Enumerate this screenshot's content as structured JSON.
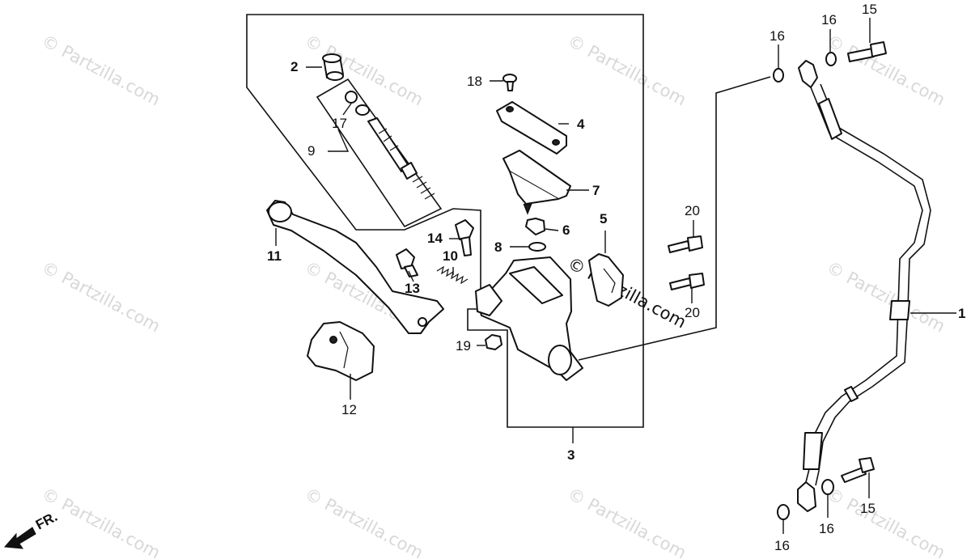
{
  "watermark": {
    "text": "© Partzilla.com",
    "center_text": "© Partzilla.com"
  },
  "front_indicator": {
    "label": "FR."
  },
  "callouts": {
    "p1": "1",
    "p2": "2",
    "p3": "3",
    "p4": "4",
    "p5": "5",
    "p6": "6",
    "p7": "7",
    "p8": "8",
    "p9": "9",
    "p10": "10",
    "p11": "11",
    "p12": "12",
    "p13": "13",
    "p14": "14",
    "p15_top": "15",
    "p15_bottom": "15",
    "p16_top_a": "16",
    "p16_top_b": "16",
    "p16_bottom_a": "16",
    "p16_bottom_b": "16",
    "p17": "17",
    "p18": "18",
    "p19": "19",
    "p20_top": "20",
    "p20_bottom": "20"
  },
  "colors": {
    "ink": "#111111",
    "watermark": "#d8d8d8",
    "background": "#ffffff"
  }
}
